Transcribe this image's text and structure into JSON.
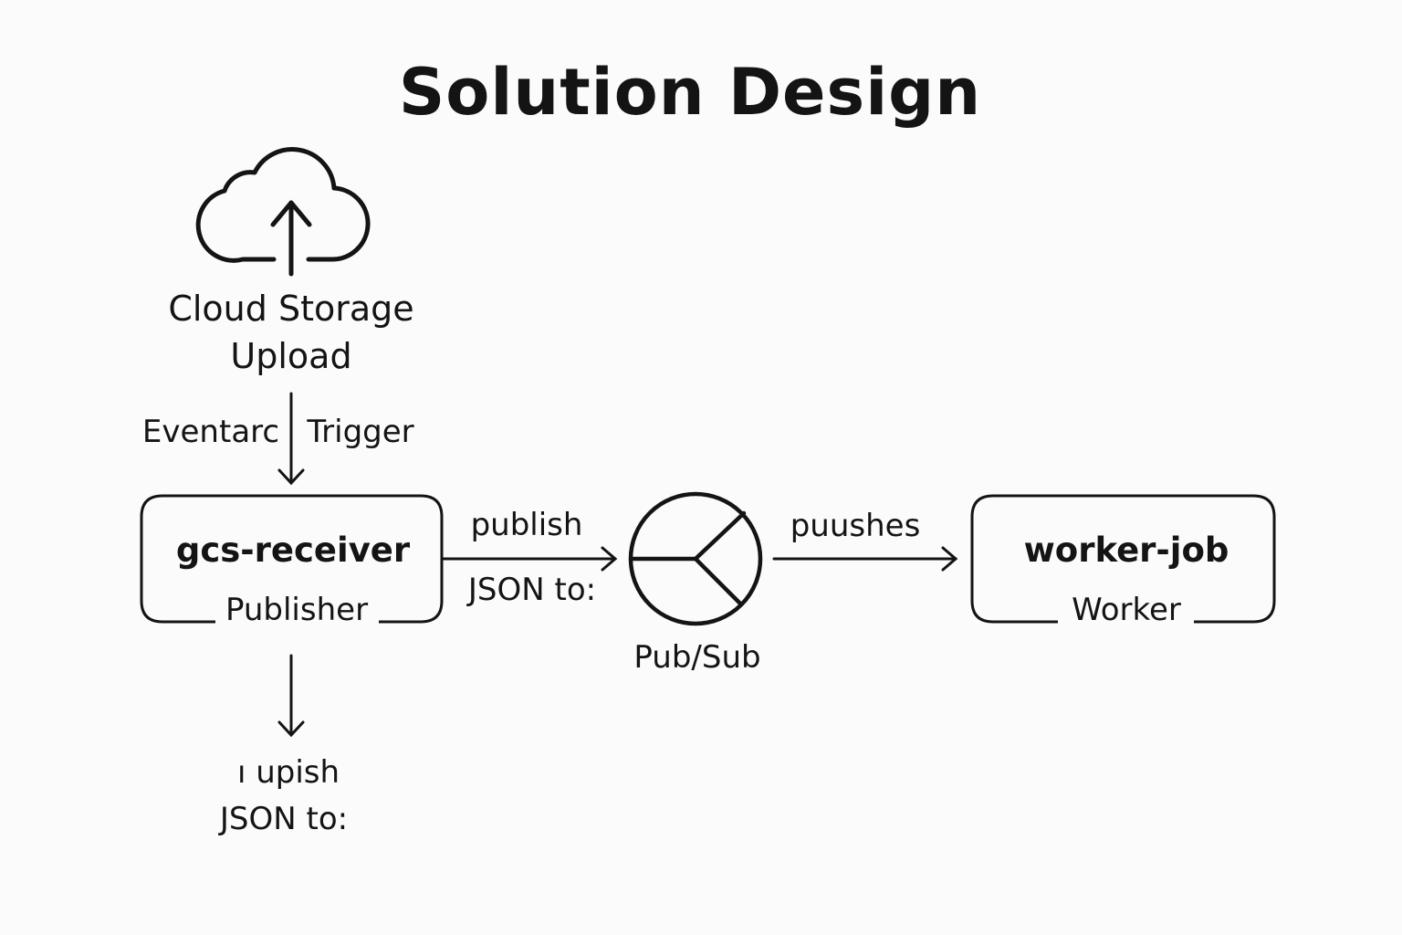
{
  "title": "Solution Design",
  "nodes": {
    "cloud_storage": {
      "line1": "Cloud Storage",
      "line2": "Upload",
      "icon": "cloud-upload-icon"
    },
    "gcs_receiver": {
      "name": "gcs-receiver",
      "role": "Publisher"
    },
    "pubsub": {
      "name": "Pub/Sub",
      "icon": "pubsub-hub-icon"
    },
    "worker_job": {
      "name": "worker-job",
      "role": "Worker"
    }
  },
  "edges": {
    "trigger": {
      "left": "Eventarc",
      "right": "Trigger"
    },
    "publish": {
      "top": "publish",
      "bottom": "JSON to:"
    },
    "pushes": {
      "top": "puushes"
    },
    "downstream": {
      "line1": "ı upish",
      "line2": "JSON to:"
    }
  },
  "colors": {
    "stroke": "#141414",
    "background": "#fbfbfb"
  }
}
